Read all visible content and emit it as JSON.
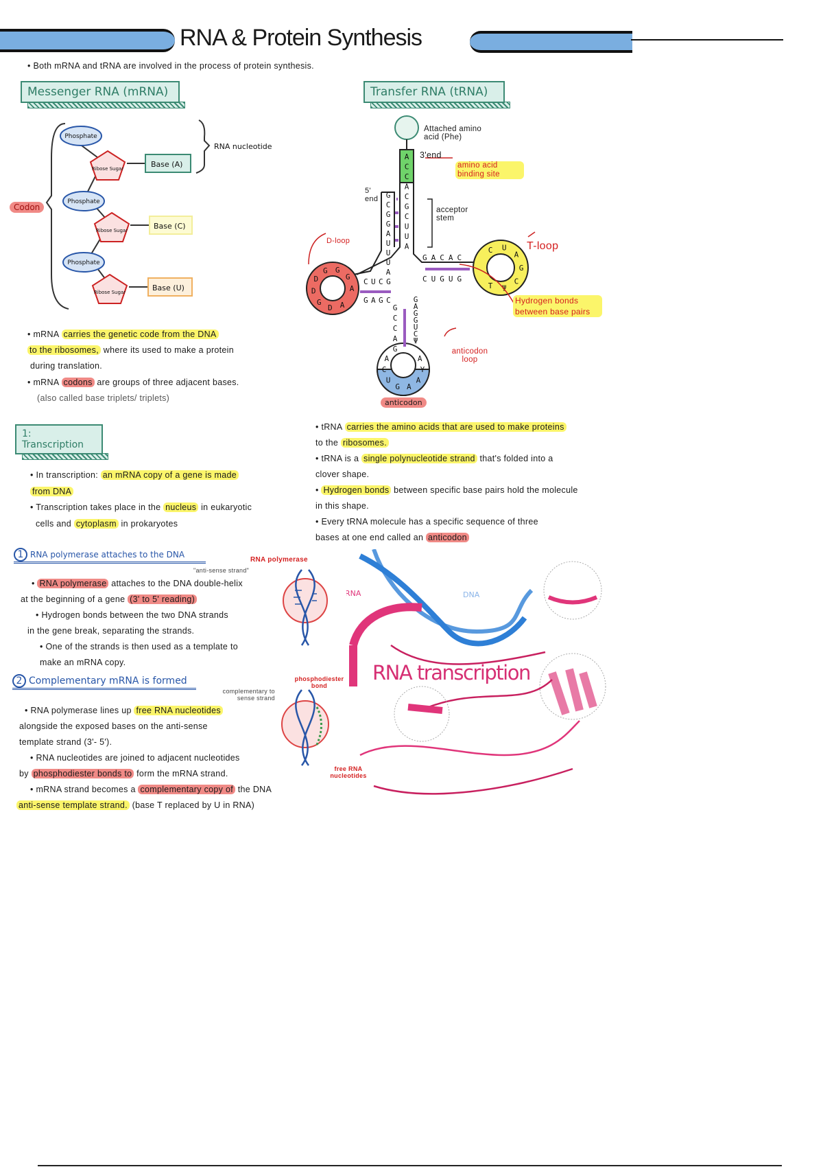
{
  "title": "RNA & Protein Synthesis",
  "intro": "• Both mRNA and tRNA are involved in the process of protein synthesis.",
  "mrna": {
    "heading": "Messenger RNA (mRNA)",
    "phosphate": "Phosphate",
    "sugar": "Ribose Sugar",
    "bases": [
      "Base (A)",
      "Base (C)",
      "Base (U)"
    ],
    "nucleotide_label": "RNA nucleotide",
    "codon_label": "Codon",
    "notes": [
      {
        "a": "• mRNA ",
        "hl": "carries the genetic code from the DNA",
        "b": ""
      },
      {
        "a": "",
        "hl": "to the ribosomes,",
        "b": " where its used to make a protein"
      },
      {
        "a": "during translation.",
        "hl": "",
        "b": ""
      },
      {
        "a": "• mRNA ",
        "hr": "codons",
        "b": " are groups of three adjacent bases."
      },
      {
        "a": "(also called base triplets/ triplets)"
      }
    ]
  },
  "trna": {
    "heading": "Transfer RNA (tRNA)",
    "amino_acid": "Attached amino acid (Phe)",
    "three_end": "3'end",
    "binding_site": "amino acid binding site",
    "five_end": "5' end",
    "acceptor_stem": "acceptor stem",
    "d_loop": "D-loop",
    "t_loop": "T-loop",
    "hydrogen_bonds": "Hydrogen bonds between base pairs",
    "anticodon_loop": "anticodon loop",
    "anticodon": "anticodon",
    "seq_acceptor_3": "ACCACGCUUA",
    "seq_acceptor_5": "GCGGAUUUA",
    "seq_d_top": "CUCG",
    "seq_d_bottom": "GAGC",
    "seq_d_loop": "ADGDDGGGA",
    "seq_t_top": "GACAC",
    "seq_t_bottom": "CUGUG",
    "seq_t_loop": "CUAGCΨT",
    "seq_ac_left": "GCCAG",
    "seq_ac_right": "GAGGUCΨ",
    "seq_ac_loop": "ACUGAAYA",
    "notes": [
      {
        "a": "• tRNA ",
        "hl": "carries the amino acids that are used to make proteins",
        "b": ""
      },
      {
        "a": "to the ",
        "hl": "ribosomes.",
        "b": ""
      },
      {
        "a": "• tRNA is a ",
        "hl": "single polynucleotide strand",
        "b": " that's folded into a"
      },
      {
        "a": "clover shape."
      },
      {
        "a": "• ",
        "hl": "Hydrogen bonds",
        "b": " between specific base pairs hold the molecule"
      },
      {
        "a": "in this shape."
      },
      {
        "a": "• Every tRNA molecule has a specific sequence of three"
      },
      {
        "a": "bases at one end called an ",
        "hr": "anticodon",
        "b": ""
      }
    ]
  },
  "transcription": {
    "heading": "1: Transcription",
    "notes": [
      {
        "a": "• In transcription: ",
        "hl": "an mRNA copy of a gene is made",
        "b": ""
      },
      {
        "a": "",
        "hl": "from DNA",
        "b": ""
      },
      {
        "a": "• Transcription takes place in the ",
        "hl": "nucleus",
        "b": " in eukaryotic"
      },
      {
        "a": "cells and ",
        "hl": "cytoplasm",
        "b": " in prokaryotes"
      }
    ],
    "step1": {
      "num": "1",
      "title": "RNA polymerase attaches to the DNA"
    },
    "step1_notes": [
      {
        "a": "• ",
        "hr": "RNA polymerase",
        "b": " attaches to the DNA double-helix"
      },
      {
        "a": "at the beginning of a gene ",
        "hr": "(3' to 5' reading)",
        "b": ""
      },
      {
        "a": "• Hydrogen bonds between the two DNA strands"
      },
      {
        "a": "in the gene break, separating the strands."
      },
      {
        "a": "• One of the strands is then used as a template to"
      },
      {
        "a": "make an mRNA copy."
      }
    ],
    "antisense_label": "\"anti-sense strand\"",
    "rna_polymerase_label": "RNA polymerase",
    "step2": {
      "num": "2",
      "title": "Complementary mRNA is formed"
    },
    "complementary_label": "complementary to sense strand",
    "step2_notes": [
      {
        "a": "• RNA polymerase lines up ",
        "hl": "free RNA nucleotides",
        "b": ""
      },
      {
        "a": "alongside the exposed bases on the anti-sense"
      },
      {
        "a": "template strand (3'- 5')."
      },
      {
        "a": "• RNA nucleotides are joined to adjacent nucleotides"
      },
      {
        "a": "by ",
        "hr": "phosphodiester bonds to",
        "b": " form the mRNA strand."
      },
      {
        "a": "• mRNA strand becomes a ",
        "hr": "complementary copy of",
        "b": " the DNA"
      },
      {
        "a": "",
        "hl": "anti-sense template strand.",
        "b": " (base T replaced by U in RNA)"
      }
    ],
    "phosphodiester_label": "phosphodiester bond",
    "free_nucleotides_label": "free RNA nucleotides"
  },
  "illustration": {
    "title": "RNA transcription",
    "rna": "RNA",
    "dna": "DNA"
  },
  "colors": {
    "blue_bar": "#7aaee0",
    "green": "#3b8a73",
    "highlight": "#fbf56a",
    "red_highlight": "#f08a86",
    "pink": "#e0357a",
    "dna_blue": "#2e7fd6"
  }
}
